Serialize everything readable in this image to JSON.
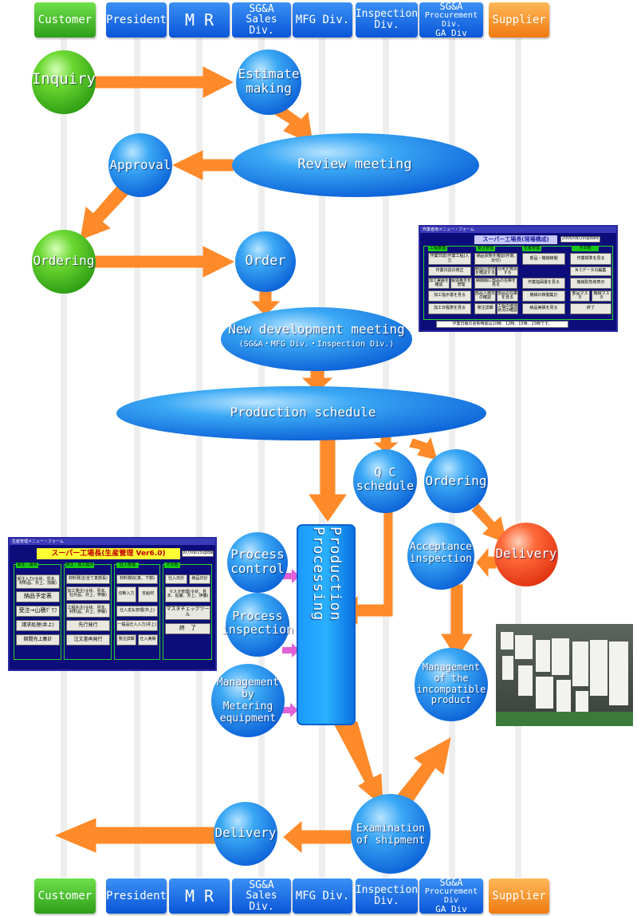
{
  "lanes": {
    "top": [
      {
        "id": "customer",
        "label": "Customer",
        "color": "green"
      },
      {
        "id": "president",
        "label": "President",
        "color": "blue"
      },
      {
        "id": "mr",
        "label": "M R",
        "color": "blue"
      },
      {
        "id": "sga_sales",
        "label": "SG&A",
        "sub": "Sales Div.",
        "color": "blue"
      },
      {
        "id": "mfg",
        "label": "MFG Div.",
        "color": "blue"
      },
      {
        "id": "inspection",
        "label": "Inspection",
        "sub": "Div.",
        "color": "blue"
      },
      {
        "id": "sga_proc",
        "label": "SG&A",
        "sub": "Procurement Div.",
        "sub2": "GA Div",
        "color": "blue"
      },
      {
        "id": "supplier",
        "label": "Supplier",
        "color": "orange"
      }
    ],
    "bottom": [
      {
        "id": "customer",
        "label": "Customer",
        "color": "green"
      },
      {
        "id": "president",
        "label": "President",
        "color": "blue"
      },
      {
        "id": "mr",
        "label": "M R",
        "color": "blue"
      },
      {
        "id": "sga_sales",
        "label": "SG&A",
        "sub": "Sales Div.",
        "color": "blue"
      },
      {
        "id": "mfg",
        "label": "MFG Div.",
        "color": "blue"
      },
      {
        "id": "inspection",
        "label": "Inspection",
        "sub": "Div.",
        "color": "blue"
      },
      {
        "id": "sga_proc",
        "label": "SG&A",
        "sub": "Procurement Div",
        "sub2": "GA Div",
        "color": "blue"
      },
      {
        "id": "supplier",
        "label": "Supplier",
        "color": "orange"
      }
    ]
  },
  "nodes": {
    "inquiry": "Inquiry",
    "estimate": [
      "Estimate",
      "making"
    ],
    "review": "Review meeting",
    "approval": "Approval",
    "ordering1": "Ordering",
    "order": "Order",
    "newdev": "New development meeting",
    "newdev_sub": "(SG&A・MFG Div.・Inspection Div.)",
    "schedule": "Production schedule",
    "qc": [
      "Q C",
      "schedule"
    ],
    "ordering2": "Ordering",
    "delivery_supplier": "Delivery",
    "acceptance": [
      "Acceptance",
      "inspection"
    ],
    "production": "Production Processing",
    "process_control": [
      "Process",
      "control"
    ],
    "process_inspection": [
      "Process",
      "inspection"
    ],
    "metering": [
      "Management",
      "by",
      "Metering",
      "equipment"
    ],
    "incompatible": [
      "Management",
      "of the",
      "incompatible",
      "product"
    ],
    "examination": [
      "Examination",
      "of shipment"
    ],
    "delivery_customer": "Delivery"
  },
  "screen1": {
    "title": "作業者用メニュー・フォーム",
    "banner": "スーパー工場長(現場構成)",
    "date": "2006/08/29update",
    "groups": [
      "工程管理",
      "受注管理",
      "生産管理",
      "その他"
    ],
    "buttons": [
      "作業日誌(作業工程)入力",
      "納品状態を確認(件数,日付)",
      "部品・機械稼働",
      "作業標準を見る",
      "作業日誌の修正",
      "納品の状態を確認する",
      "在庫を確認する",
      "N Cデータの編集",
      "加工実績を確認",
      "製造番号を管理",
      "納期順に部品の在庫を見る",
      "作業指図書を見る",
      "機械別負荷表示",
      "加工指示書を見る",
      "部品入荷日の確認",
      "部品の在庫を見る",
      "機械の稼働集計",
      "部品マスタ",
      "機械マスタ",
      "加工日程表を見る",
      "発注詳細",
      "工程の進捗状況の確認",
      "納品実績を見る",
      "終了"
    ],
    "footer": "作業日報の更新時間は10時、12時、15時、23時です。"
  },
  "screen2": {
    "title": "生産管理メニュー・フォーム",
    "banner": "スーパー工場長(生産管理 Ver6.0)",
    "date": "2007/09/25update",
    "groups": [
      "受注・請求",
      "発注・加工指示",
      "仕入管理",
      "その他"
    ],
    "buttons": [
      "受注入力(令状、見本、材料品、井上、加藤)",
      "納品予定表",
      "受注→山積ｸﾞﾗﾌ",
      "請求処理(井上)",
      "期間売上集計",
      "材料発注(全て真部長)",
      "加工発注(令状、見本、社外品、井上、伊藤)",
      "工程外注(令状、見本、材料品、井上、伊藤)",
      "先行発行",
      "注文書再発行",
      "材料検収(真、下樹)",
      "切断入力",
      "支給材",
      "仕入支払管理(井上)",
      "一般品仕入入力(井上)",
      "発注詳細",
      "仕入実績",
      "仕入日計",
      "納品日計",
      "マスタ管理(令状、見本、佐藤、井上、伊藤)",
      "マスタチェックツール",
      "終　了"
    ]
  }
}
